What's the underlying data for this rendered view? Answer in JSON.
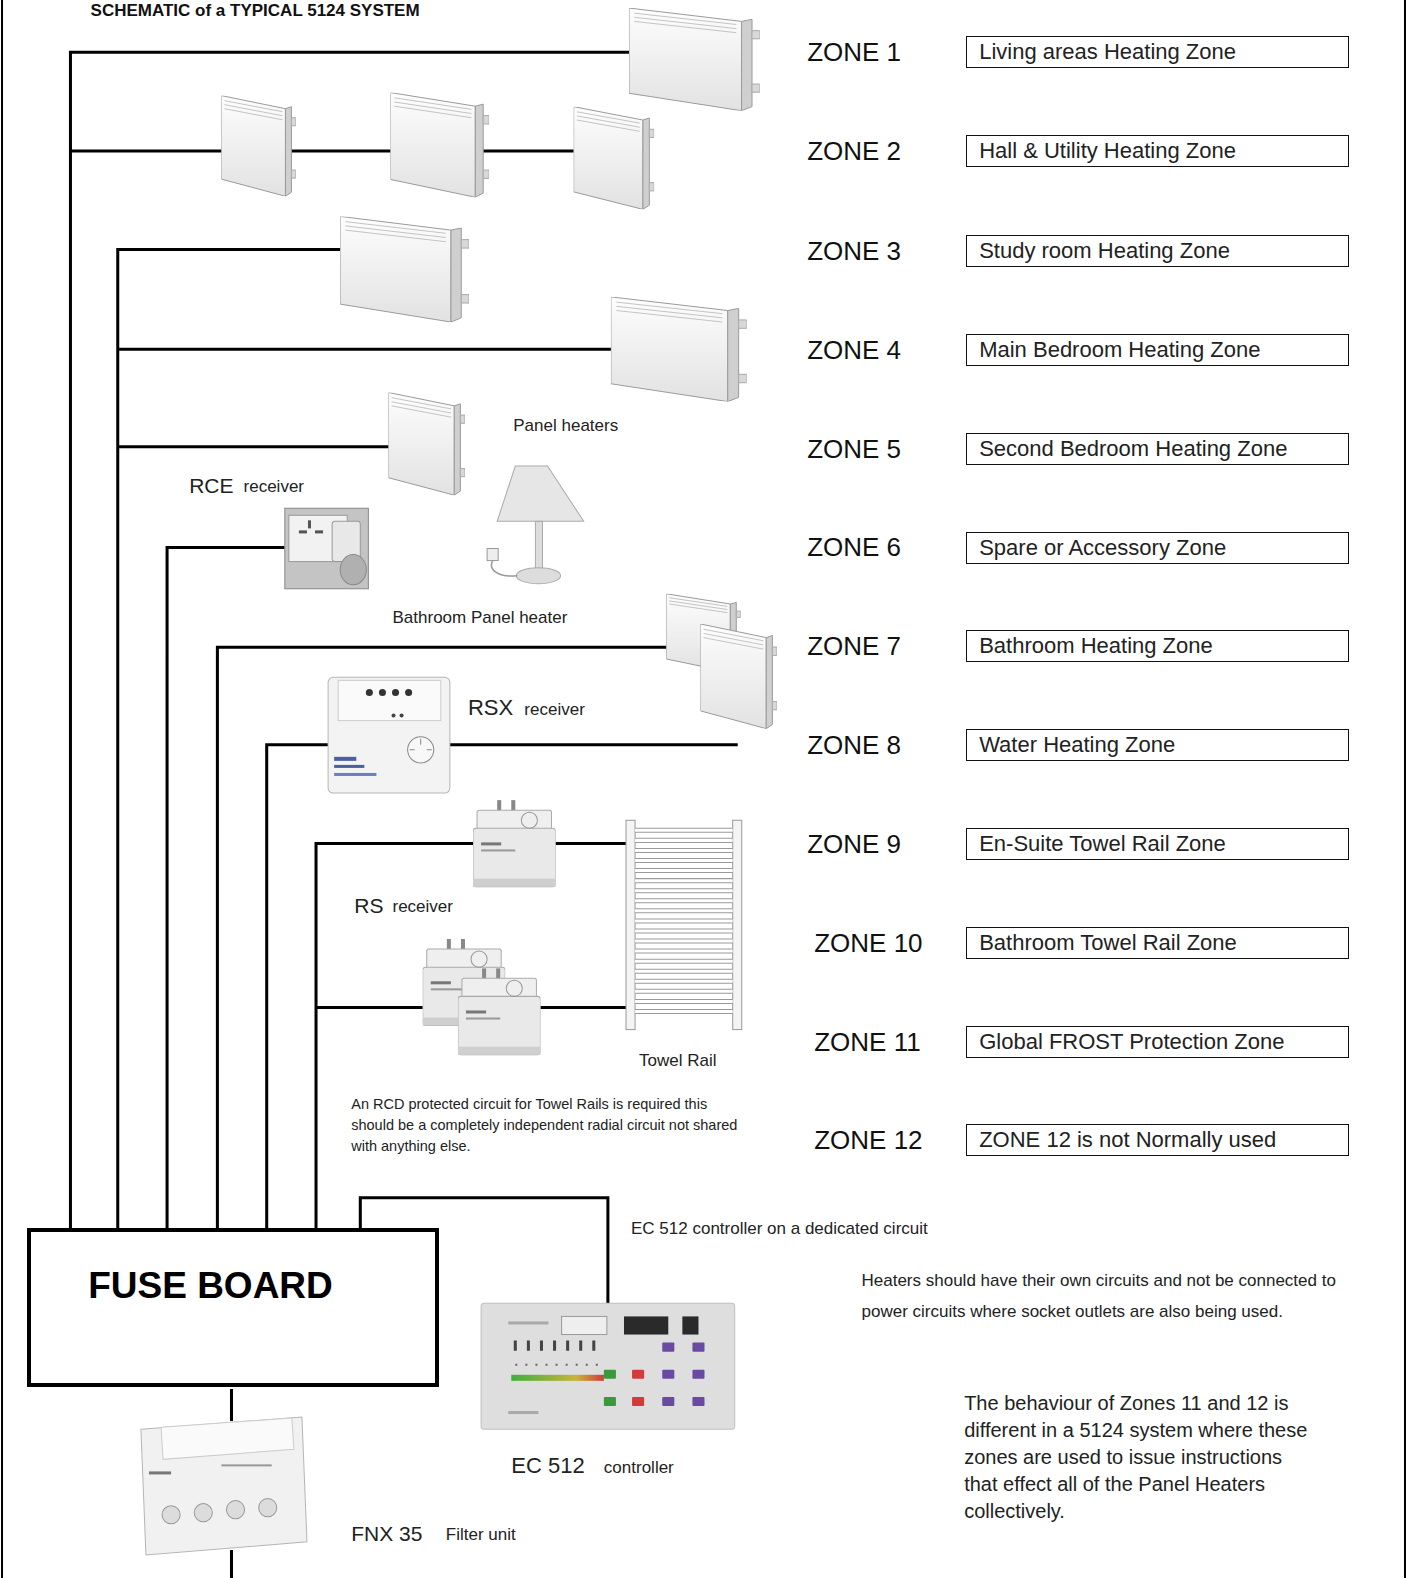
{
  "diagram": {
    "title": "SCHEMATIC of a TYPICAL 5124 SYSTEM",
    "nodes": [
      {
        "text": [
          "Living areas Heating Zone"
        ]
      },
      {
        "text": [
          "Hall & Utility Heating Zone"
        ]
      },
      {
        "text": [
          "Study room Heating Zone"
        ]
      },
      {
        "text": [
          "Main Bedroom Heating Zone"
        ]
      },
      {
        "text": [
          "Second Bedroom Heating Zone"
        ]
      },
      {
        "text": [
          "Spare or Accessory Zone"
        ]
      },
      {
        "text": [
          "Bathroom Heating Zone"
        ]
      },
      {
        "text": [
          "Water Heating Zone"
        ]
      },
      {
        "text": [
          "En-Suite Towel Rail Zone"
        ]
      },
      {
        "text": [
          "Bathroom Towel Rail Zone"
        ]
      },
      {
        "text": [
          "Global FROST Protection Zone"
        ]
      },
      {
        "text": [
          "ZONE 12 is not Normally used"
        ]
      },
      {
        "text": [
          "FUSE BOARD"
        ]
      }
    ],
    "labels": [
      "ZONE 1",
      "ZONE 2",
      "ZONE 3",
      "ZONE 4",
      "ZONE 5",
      "ZONE 6",
      "ZONE 7",
      "ZONE 8",
      "ZONE 9",
      "ZONE 10",
      "ZONE 11",
      "ZONE 12",
      "Panel heaters",
      "RCE",
      "receiver",
      "Bathroom Panel heater",
      "RSX",
      "receiver",
      "RS",
      "receiver",
      "Towel Rail",
      "An RCD protected circuit for Towel Rails is required this should be a completely independent radial circuit not shared with anything else.",
      "EC 512 controller on a dedicated circuit",
      "Heaters should have their own circuits and not be connected to power circuits where socket outlets are also being used.",
      "The behaviour of Zones 11 and 12 is different in a 5124 system where these zones are used to issue instructions that effect all of the Panel Heaters collectively.",
      "EC 512",
      "controller",
      "FNX 35",
      "Filter unit"
    ]
  }
}
